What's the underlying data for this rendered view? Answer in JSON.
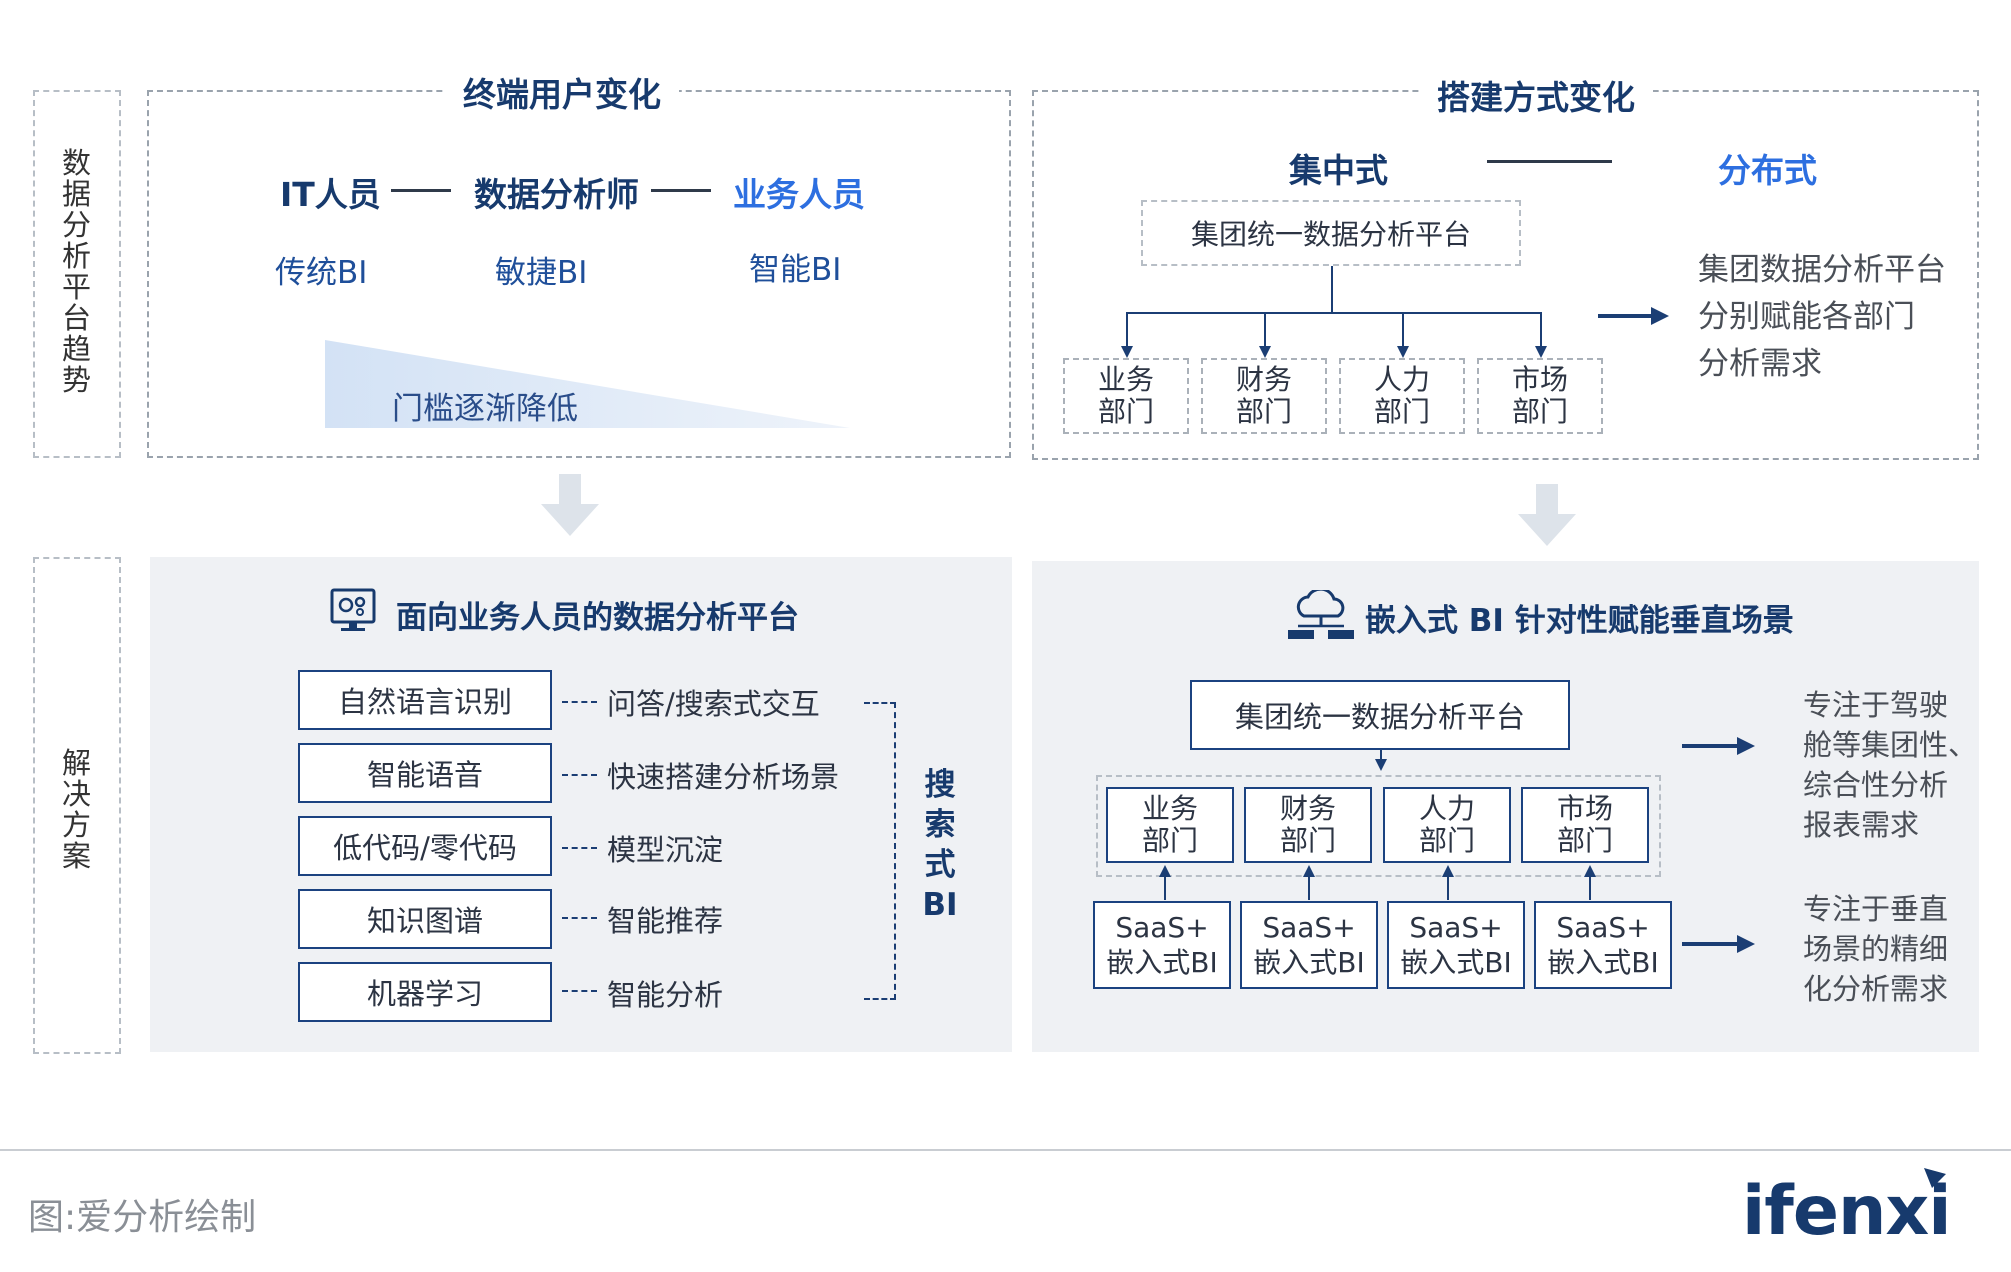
{
  "left_labels": {
    "trend": "数据分析平台趋势",
    "solution": "解决方案"
  },
  "user_change": {
    "title": "终端用户变化",
    "roles": [
      "IT人员",
      "数据分析师",
      "业务人员"
    ],
    "bi_types": [
      "传统BI",
      "敏捷BI",
      "智能BI"
    ],
    "threshold": "门槛逐渐降低"
  },
  "build_change": {
    "title": "搭建方式变化",
    "centralized": "集中式",
    "distributed": "分布式",
    "platform": "集团统一数据分析平台",
    "departments": [
      [
        "业务",
        "部门"
      ],
      [
        "财务",
        "部门"
      ],
      [
        "人力",
        "部门"
      ],
      [
        "市场",
        "部门"
      ]
    ],
    "note": [
      "集团数据分析平台",
      "分别赋能各部门",
      "分析需求"
    ]
  },
  "business_platform": {
    "title": "面向业务人员的数据分析平台",
    "techs": [
      "自然语言识别",
      "智能语音",
      "低代码/零代码",
      "知识图谱",
      "机器学习"
    ],
    "features": [
      "问答/搜索式交互",
      "快速搭建分析场景",
      "模型沉淀",
      "智能推荐",
      "智能分析"
    ],
    "bracket_label": [
      "搜",
      "索",
      "式",
      "BI"
    ]
  },
  "embedded": {
    "title": "嵌入式 BI 针对性赋能垂直场景",
    "platform": "集团统一数据分析平台",
    "departments": [
      [
        "业务",
        "部门"
      ],
      [
        "财务",
        "部门"
      ],
      [
        "人力",
        "部门"
      ],
      [
        "市场",
        "部门"
      ]
    ],
    "saas": [
      [
        "SaaS+",
        "嵌入式BI"
      ],
      [
        "SaaS+",
        "嵌入式BI"
      ],
      [
        "SaaS+",
        "嵌入式BI"
      ],
      [
        "SaaS+",
        "嵌入式BI"
      ]
    ],
    "note1": [
      "专注于驾驶",
      "舱等集团性、",
      "综合性分析",
      "报表需求"
    ],
    "note2": [
      "专注于垂直",
      "场景的精细",
      "化分析需求"
    ]
  },
  "footer": {
    "source": "图:爱分析绘制",
    "logo": "ifenxi"
  },
  "colors": {
    "navy": "#173a6d",
    "blue": "#2d6fe0",
    "panel": "#eff1f4",
    "border": "#1b4280"
  }
}
